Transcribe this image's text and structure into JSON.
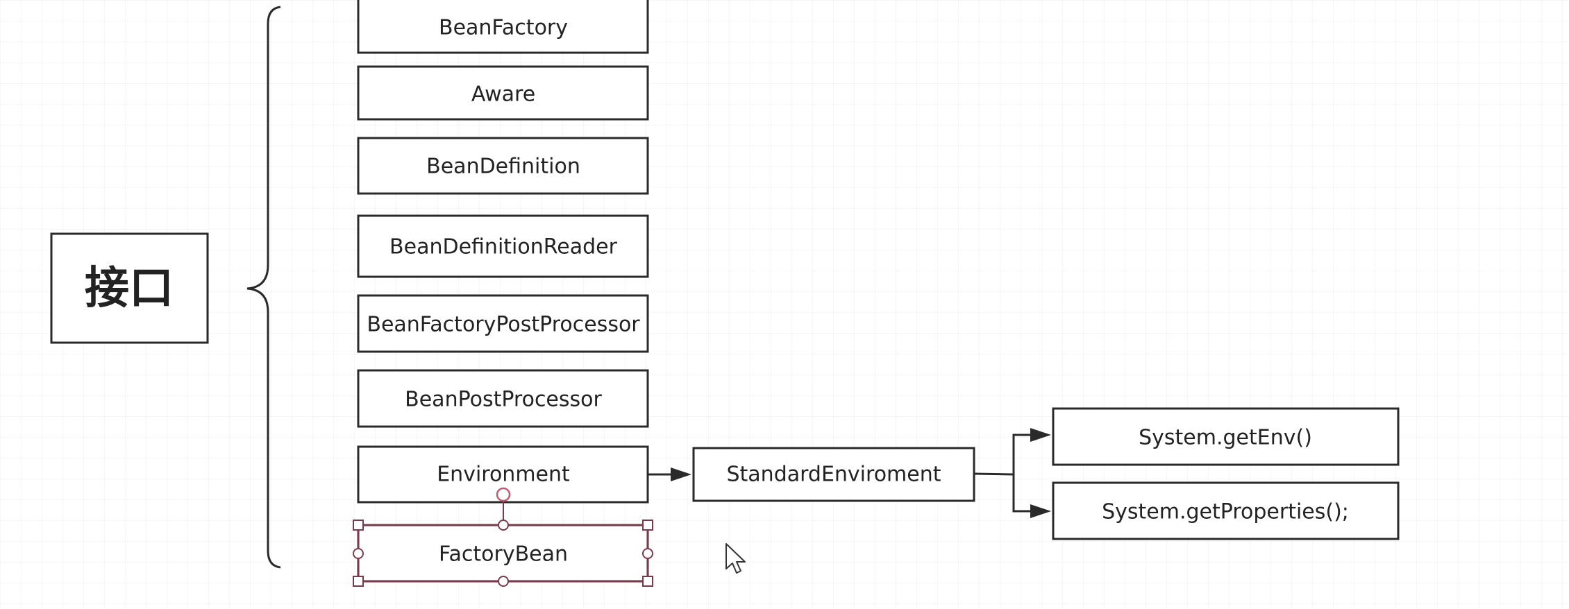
{
  "diagram": {
    "title": "接口",
    "interfaces": [
      "BeanFactory",
      "Aware",
      "BeanDefinition",
      "BeanDefinitionReader",
      "BeanFactoryPostProcessor",
      "BeanPostProcessor",
      "Environment",
      "FactoryBean"
    ],
    "implementation": "StandardEnviroment",
    "sources": [
      "System.getEnv()",
      "System.getProperties();"
    ],
    "selected_item": "FactoryBean"
  },
  "colors": {
    "stroke": "#2a2a2a",
    "text": "#222222",
    "selection": "#7a3a4a",
    "rotate_handle": "#c05a72"
  },
  "icons": {
    "cursor": "mouse-pointer-icon"
  }
}
